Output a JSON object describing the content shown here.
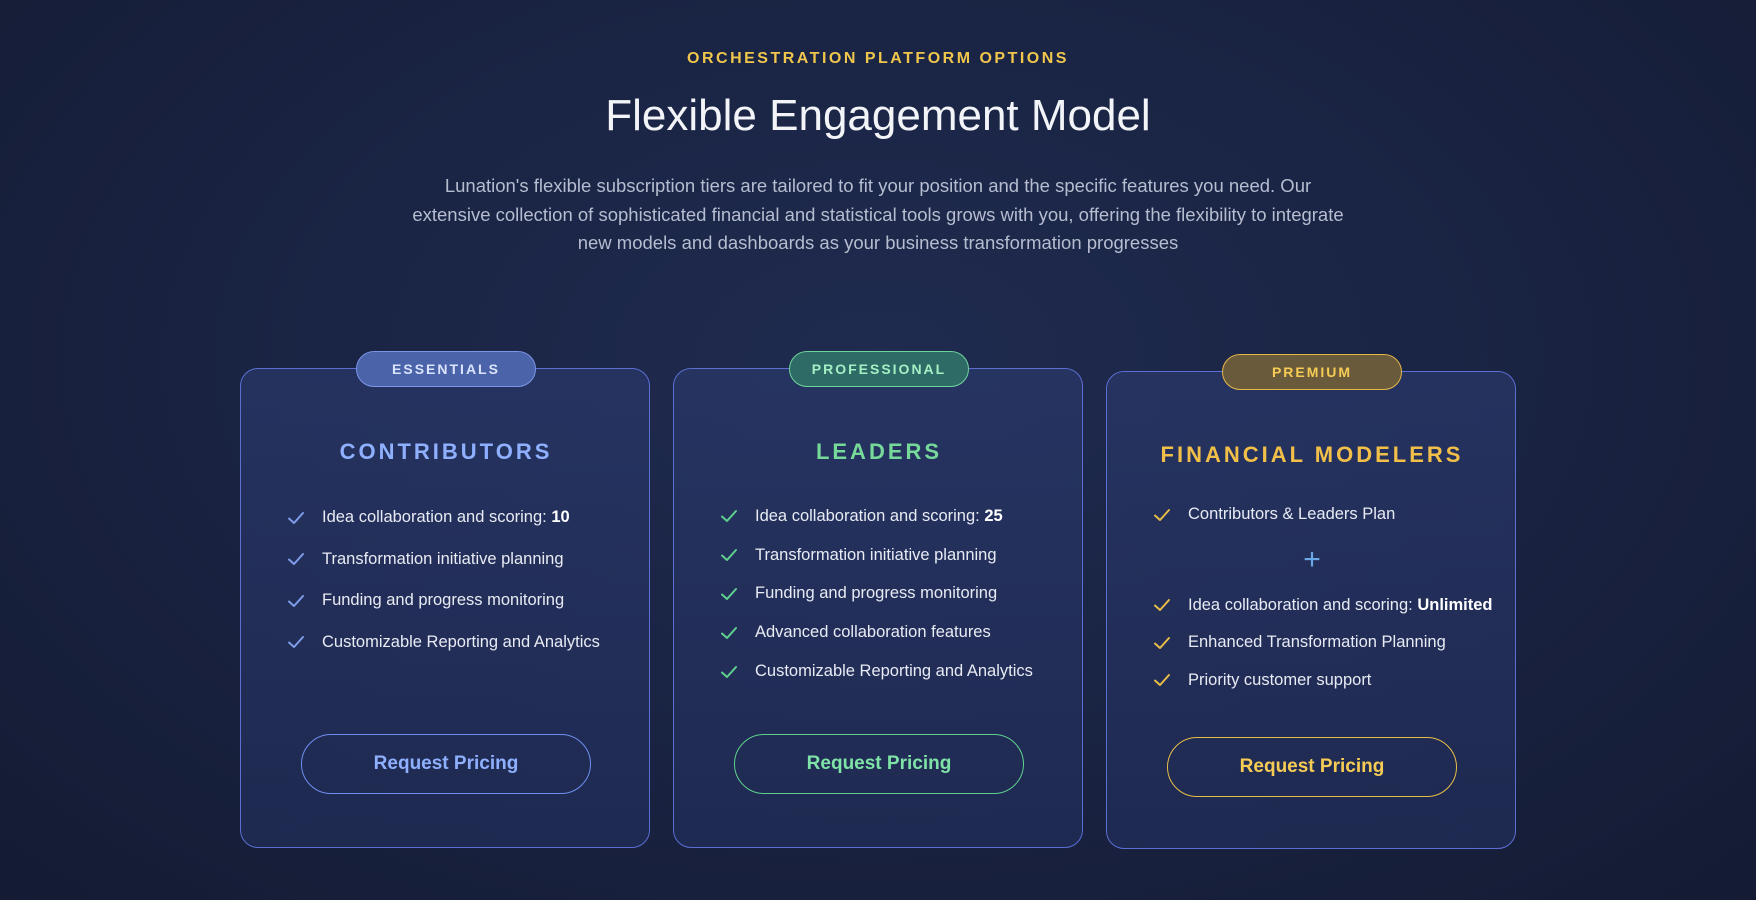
{
  "header": {
    "eyebrow": "ORCHESTRATION PLATFORM OPTIONS",
    "title": "Flexible Engagement Model",
    "intro": "Lunation's flexible subscription tiers are tailored to fit your position and the specific features you need. Our extensive collection of sophisticated financial and statistical tools grows with you, offering the flexibility to integrate new models and dashboards as your business transformation progresses"
  },
  "colors": {
    "blue": "#8fb0ff",
    "green": "#76d99a",
    "gold": "#f2bf48"
  },
  "plans": [
    {
      "badge": "ESSENTIALS",
      "tier": "CONTRIBUTORS",
      "cta": "Request Pricing",
      "features": [
        {
          "text": "Idea collaboration and scoring: ",
          "strong": "10"
        },
        {
          "text": "Transformation initiative planning",
          "strong": ""
        },
        {
          "text": "Funding and progress monitoring",
          "strong": ""
        },
        {
          "text": "Customizable Reporting and Analytics",
          "strong": ""
        }
      ]
    },
    {
      "badge": "PROFESSIONAL",
      "tier": "LEADERS",
      "cta": "Request Pricing",
      "features": [
        {
          "text": "Idea collaboration and scoring: ",
          "strong": "25"
        },
        {
          "text": "Transformation initiative planning",
          "strong": ""
        },
        {
          "text": "Funding and progress monitoring",
          "strong": ""
        },
        {
          "text": "Advanced collaboration features",
          "strong": ""
        },
        {
          "text": "Customizable Reporting and Analytics",
          "strong": ""
        }
      ]
    },
    {
      "badge": "PREMIUM",
      "tier": "FINANCIAL MODELERS",
      "cta": "Request Pricing",
      "base_feature": "Contributors & Leaders Plan",
      "plus": "+",
      "features": [
        {
          "text": "Idea collaboration and scoring: ",
          "strong": "Unlimited"
        },
        {
          "text": "Enhanced Transformation Planning",
          "strong": ""
        },
        {
          "text": "Priority customer support",
          "strong": ""
        }
      ]
    }
  ]
}
